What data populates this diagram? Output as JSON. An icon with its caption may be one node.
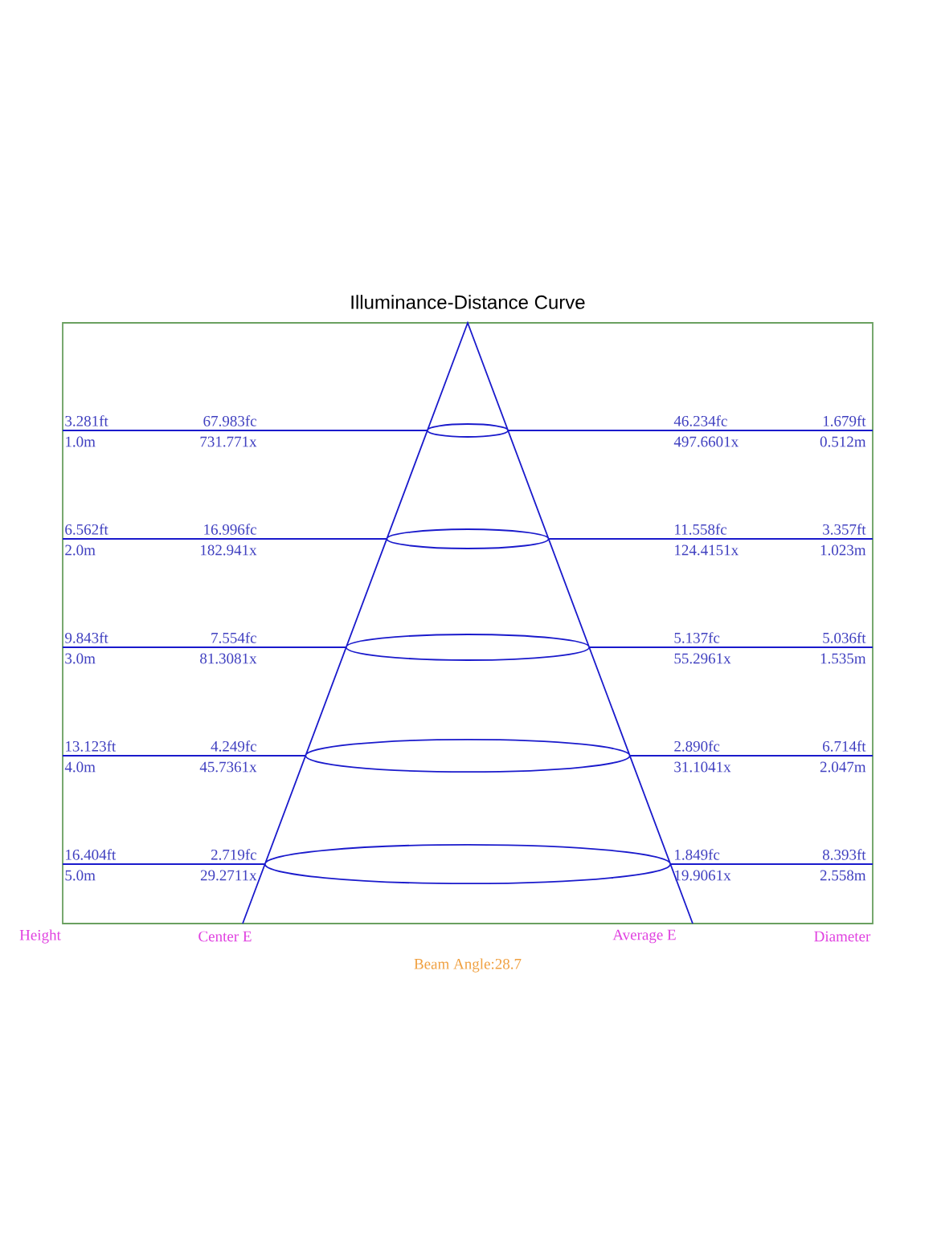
{
  "diagram": {
    "title": "Illuminance-Distance Curve",
    "labels": [
      "3.281ft",
      "67.983fc",
      "46.234fc",
      "1.679ft",
      "1.0m",
      "731.771x",
      "497.6601x",
      "0.512m",
      "6.562ft",
      "16.996fc",
      "11.558fc",
      "3.357ft",
      "2.0m",
      "182.941x",
      "124.4151x",
      "1.023m",
      "9.843ft",
      "7.554fc",
      "5.137fc",
      "5.036ft",
      "3.0m",
      "81.3081x",
      "55.2961x",
      "1.535m",
      "13.123ft",
      "4.249fc",
      "2.890fc",
      "6.714ft",
      "4.0m",
      "45.7361x",
      "31.1041x",
      "2.047m",
      "16.404ft",
      "2.719fc",
      "1.849fc",
      "8.393ft",
      "5.0m",
      "29.2711x",
      "19.9061x",
      "2.558m",
      "Height",
      "Center E",
      "Average E",
      "Diameter",
      "Beam Angle:28.7"
    ]
  }
}
